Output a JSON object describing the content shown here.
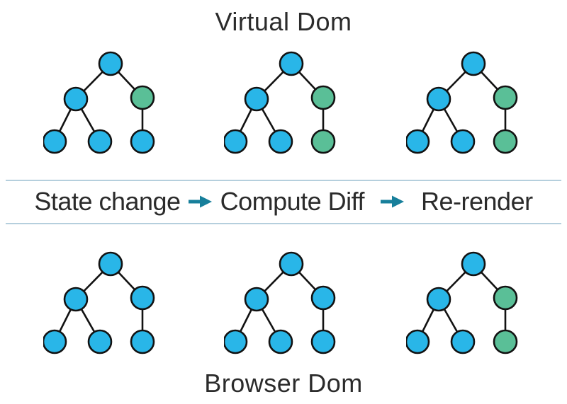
{
  "titles": {
    "top": "Virtual Dom",
    "bottom": "Browser Dom"
  },
  "pipeline": {
    "steps": [
      "State change",
      "Compute Diff",
      "Re-render"
    ],
    "arrow_icon": "right-arrow"
  },
  "colors": {
    "blue": "#29b6e8",
    "green": "#5abf97",
    "node_stroke": "#121212",
    "edge": "#121212",
    "divider": "#b5cfdd",
    "arrow": "#177f9b",
    "text": "#2b2b2b",
    "background": "#ffffff"
  },
  "rows": {
    "virtual_dom": {
      "title": "Virtual Dom",
      "trees": [
        {
          "nodes": {
            "root": "blue",
            "left": "blue",
            "right": "green",
            "leaf1": "blue",
            "leaf2": "blue",
            "leaf3": "blue"
          }
        },
        {
          "nodes": {
            "root": "blue",
            "left": "blue",
            "right": "green",
            "leaf1": "blue",
            "leaf2": "blue",
            "leaf3": "green"
          }
        },
        {
          "nodes": {
            "root": "blue",
            "left": "blue",
            "right": "green",
            "leaf1": "blue",
            "leaf2": "blue",
            "leaf3": "green"
          }
        }
      ]
    },
    "browser_dom": {
      "title": "Browser Dom",
      "trees": [
        {
          "nodes": {
            "root": "blue",
            "left": "blue",
            "right": "blue",
            "leaf1": "blue",
            "leaf2": "blue",
            "leaf3": "blue"
          }
        },
        {
          "nodes": {
            "root": "blue",
            "left": "blue",
            "right": "blue",
            "leaf1": "blue",
            "leaf2": "blue",
            "leaf3": "blue"
          }
        },
        {
          "nodes": {
            "root": "blue",
            "left": "blue",
            "right": "green",
            "leaf1": "blue",
            "leaf2": "blue",
            "leaf3": "green"
          }
        }
      ]
    }
  }
}
